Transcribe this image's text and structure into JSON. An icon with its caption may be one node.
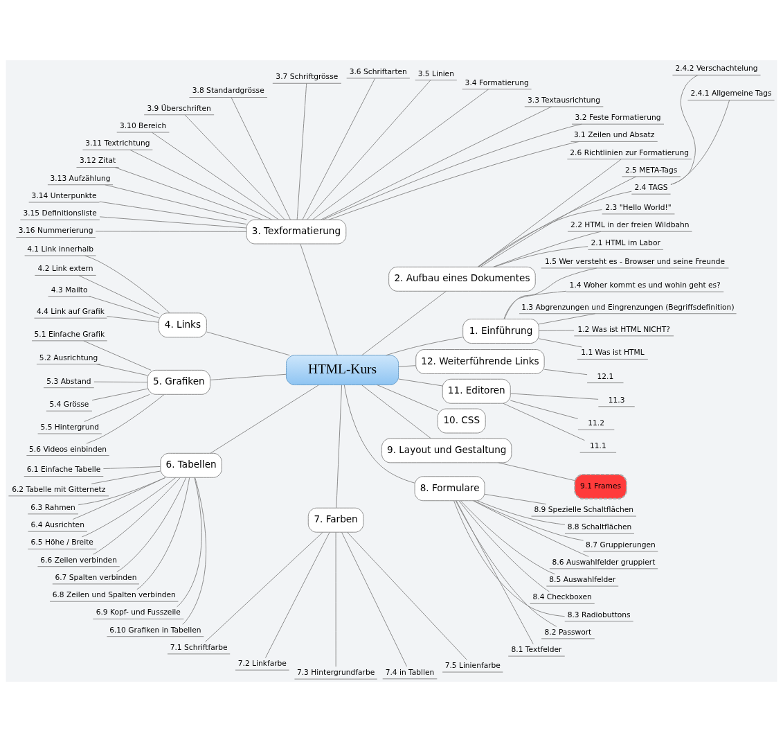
{
  "diagram": {
    "nodes": [
      {
        "text": [
          "HTML-Kurs"
        ]
      },
      {
        "text": [
          "1. Einführung"
        ]
      },
      {
        "text": [
          "1.1 Was ist HTML"
        ]
      },
      {
        "text": [
          "1.2 Was ist HTML NICHT?"
        ]
      },
      {
        "text": [
          "1.3 Abgrenzungen und Eingrenzungen (Begriffsdefinition)"
        ]
      },
      {
        "text": [
          "1.4 Woher kommt es und wohin geht es?"
        ]
      },
      {
        "text": [
          "1.5 Wer versteht es - Browser und seine Freunde"
        ]
      },
      {
        "text": [
          "2. Aufbau eines Dokumentes"
        ]
      },
      {
        "text": [
          "2.1 HTML im Labor"
        ]
      },
      {
        "text": [
          "2.2 HTML in der freien Wildbahn"
        ]
      },
      {
        "text": [
          "2.3 \"Hello World!\""
        ]
      },
      {
        "text": [
          "2.4 TAGS"
        ]
      },
      {
        "text": [
          "2.4.1 Allgemeine Tags"
        ]
      },
      {
        "text": [
          "2.4.2 Verschachtelung"
        ]
      },
      {
        "text": [
          "2.5 META-Tags"
        ]
      },
      {
        "text": [
          "2.6 Richtlinien zur Formatierung"
        ]
      },
      {
        "text": [
          "3. Texformatierung"
        ]
      },
      {
        "text": [
          "3.1 Zeilen und Absatz"
        ]
      },
      {
        "text": [
          "3.2 Feste Formatierung"
        ]
      },
      {
        "text": [
          "3.3 Textausrichtung"
        ]
      },
      {
        "text": [
          "3.4 Formatierung"
        ]
      },
      {
        "text": [
          "3.5 Linien"
        ]
      },
      {
        "text": [
          "3.6 Schriftarten"
        ]
      },
      {
        "text": [
          "3.7 Schriftgrösse"
        ]
      },
      {
        "text": [
          "3.8 Standardgrösse"
        ]
      },
      {
        "text": [
          "3.9 Überschriften"
        ]
      },
      {
        "text": [
          "3.10 Bereich"
        ]
      },
      {
        "text": [
          "3.11 Textrichtung"
        ]
      },
      {
        "text": [
          "3.12 Zitat"
        ]
      },
      {
        "text": [
          "3.13 Aufzählung"
        ]
      },
      {
        "text": [
          "3.14 Unterpunkte"
        ]
      },
      {
        "text": [
          "3.15 Definitionsliste"
        ]
      },
      {
        "text": [
          "3.16 Nummerierung"
        ]
      },
      {
        "text": [
          "4. Links"
        ]
      },
      {
        "text": [
          "4.1 Link innerhalb"
        ]
      },
      {
        "text": [
          "4.2 Link extern"
        ]
      },
      {
        "text": [
          "4.3 Mailto"
        ]
      },
      {
        "text": [
          "4.4 Link auf Grafik"
        ]
      },
      {
        "text": [
          "5. Grafiken"
        ]
      },
      {
        "text": [
          "5.1 Einfache Grafik"
        ]
      },
      {
        "text": [
          "5.2 Ausrichtung"
        ]
      },
      {
        "text": [
          "5.3 Abstand"
        ]
      },
      {
        "text": [
          "5.4 Grösse"
        ]
      },
      {
        "text": [
          "5.5 Hintergrund"
        ]
      },
      {
        "text": [
          "5.6 Videos einbinden"
        ]
      },
      {
        "text": [
          "6. Tabellen"
        ]
      },
      {
        "text": [
          "6.1 Einfache Tabelle"
        ]
      },
      {
        "text": [
          "6.2 Tabelle mit Gitternetz"
        ]
      },
      {
        "text": [
          "6.3 Rahmen"
        ]
      },
      {
        "text": [
          "6.4 Ausrichten"
        ]
      },
      {
        "text": [
          "6.5 Höhe / Breite"
        ]
      },
      {
        "text": [
          "6.6 Zeilen verbinden"
        ]
      },
      {
        "text": [
          "6.7 Spalten verbinden"
        ]
      },
      {
        "text": [
          "6.8 Zeilen und Spalten verbinden"
        ]
      },
      {
        "text": [
          "6.9 Kopf- und Fusszeile"
        ]
      },
      {
        "text": [
          "6.10 Grafiken in Tabellen"
        ]
      },
      {
        "text": [
          "7. Farben"
        ]
      },
      {
        "text": [
          "7.1 Schriftfarbe"
        ]
      },
      {
        "text": [
          "7.2 Linkfarbe"
        ]
      },
      {
        "text": [
          "7.3 Hintergrundfarbe"
        ]
      },
      {
        "text": [
          "7.4 in Tabllen"
        ]
      },
      {
        "text": [
          "7.5 Linienfarbe"
        ]
      },
      {
        "text": [
          "8. Formulare"
        ]
      },
      {
        "text": [
          "8.1 Textfelder"
        ]
      },
      {
        "text": [
          "8.2 Passwort"
        ]
      },
      {
        "text": [
          "8.3 Radiobuttons"
        ]
      },
      {
        "text": [
          "8.4 Checkboxen"
        ]
      },
      {
        "text": [
          "8.5 Auswahlfelder"
        ]
      },
      {
        "text": [
          "8.6 Auswahlfelder gruppiert"
        ]
      },
      {
        "text": [
          "8.7 Gruppierungen"
        ]
      },
      {
        "text": [
          "8.8 Schaltflächen"
        ]
      },
      {
        "text": [
          "8.9 Spezielle Schaltflächen"
        ]
      },
      {
        "text": [
          "9. Layout und Gestaltung"
        ]
      },
      {
        "text": [
          "9.1 Frames"
        ]
      },
      {
        "text": [
          "10. CSS"
        ]
      },
      {
        "text": [
          "11. Editoren"
        ]
      },
      {
        "text": [
          "11.1"
        ]
      },
      {
        "text": [
          "11.2"
        ]
      },
      {
        "text": [
          "11.3"
        ]
      },
      {
        "text": [
          "12. Weiterführende Links"
        ]
      },
      {
        "text": [
          "12.1"
        ]
      }
    ],
    "edges": [
      {
        "from": 0,
        "to": 1,
        "arrow": "none"
      },
      {
        "from": 0,
        "to": 7,
        "arrow": "none"
      },
      {
        "from": 0,
        "to": 16,
        "arrow": "none"
      },
      {
        "from": 0,
        "to": 33,
        "arrow": "none"
      },
      {
        "from": 0,
        "to": 38,
        "arrow": "none"
      },
      {
        "from": 0,
        "to": 45,
        "arrow": "none"
      },
      {
        "from": 0,
        "to": 56,
        "arrow": "none"
      },
      {
        "from": 0,
        "to": 62,
        "arrow": "none"
      },
      {
        "from": 0,
        "to": 72,
        "arrow": "none"
      },
      {
        "from": 0,
        "to": 74,
        "arrow": "none"
      },
      {
        "from": 0,
        "to": 75,
        "arrow": "none"
      },
      {
        "from": 0,
        "to": 79,
        "arrow": "none"
      },
      {
        "from": 1,
        "to": 2,
        "arrow": "none"
      },
      {
        "from": 1,
        "to": 3,
        "arrow": "none"
      },
      {
        "from": 1,
        "to": 4,
        "arrow": "none"
      },
      {
        "from": 1,
        "to": 5,
        "arrow": "none"
      },
      {
        "from": 1,
        "to": 6,
        "arrow": "none"
      },
      {
        "from": 7,
        "to": 8,
        "arrow": "none"
      },
      {
        "from": 7,
        "to": 9,
        "arrow": "none"
      },
      {
        "from": 7,
        "to": 10,
        "arrow": "none"
      },
      {
        "from": 7,
        "to": 11,
        "arrow": "none"
      },
      {
        "from": 11,
        "to": 12,
        "arrow": "none"
      },
      {
        "from": 11,
        "to": 13,
        "arrow": "none"
      },
      {
        "from": 7,
        "to": 14,
        "arrow": "none"
      },
      {
        "from": 7,
        "to": 15,
        "arrow": "none"
      },
      {
        "from": 16,
        "to": 17,
        "arrow": "none"
      },
      {
        "from": 16,
        "to": 18,
        "arrow": "none"
      },
      {
        "from": 16,
        "to": 19,
        "arrow": "none"
      },
      {
        "from": 16,
        "to": 20,
        "arrow": "none"
      },
      {
        "from": 16,
        "to": 21,
        "arrow": "none"
      },
      {
        "from": 16,
        "to": 22,
        "arrow": "none"
      },
      {
        "from": 16,
        "to": 23,
        "arrow": "none"
      },
      {
        "from": 16,
        "to": 24,
        "arrow": "none"
      },
      {
        "from": 16,
        "to": 25,
        "arrow": "none"
      },
      {
        "from": 16,
        "to": 26,
        "arrow": "none"
      },
      {
        "from": 16,
        "to": 27,
        "arrow": "none"
      },
      {
        "from": 16,
        "to": 28,
        "arrow": "none"
      },
      {
        "from": 16,
        "to": 29,
        "arrow": "none"
      },
      {
        "from": 16,
        "to": 30,
        "arrow": "none"
      },
      {
        "from": 16,
        "to": 31,
        "arrow": "none"
      },
      {
        "from": 16,
        "to": 32,
        "arrow": "none"
      },
      {
        "from": 33,
        "to": 34,
        "arrow": "none"
      },
      {
        "from": 33,
        "to": 35,
        "arrow": "none"
      },
      {
        "from": 33,
        "to": 36,
        "arrow": "none"
      },
      {
        "from": 33,
        "to": 37,
        "arrow": "none"
      },
      {
        "from": 38,
        "to": 39,
        "arrow": "none"
      },
      {
        "from": 38,
        "to": 40,
        "arrow": "none"
      },
      {
        "from": 38,
        "to": 41,
        "arrow": "none"
      },
      {
        "from": 38,
        "to": 42,
        "arrow": "none"
      },
      {
        "from": 38,
        "to": 43,
        "arrow": "none"
      },
      {
        "from": 38,
        "to": 44,
        "arrow": "none"
      },
      {
        "from": 45,
        "to": 46,
        "arrow": "none"
      },
      {
        "from": 45,
        "to": 47,
        "arrow": "none"
      },
      {
        "from": 45,
        "to": 48,
        "arrow": "none"
      },
      {
        "from": 45,
        "to": 49,
        "arrow": "none"
      },
      {
        "from": 45,
        "to": 50,
        "arrow": "none"
      },
      {
        "from": 45,
        "to": 51,
        "arrow": "none"
      },
      {
        "from": 45,
        "to": 52,
        "arrow": "none"
      },
      {
        "from": 45,
        "to": 53,
        "arrow": "none"
      },
      {
        "from": 45,
        "to": 54,
        "arrow": "none"
      },
      {
        "from": 45,
        "to": 55,
        "arrow": "none"
      },
      {
        "from": 56,
        "to": 57,
        "arrow": "none"
      },
      {
        "from": 56,
        "to": 58,
        "arrow": "none"
      },
      {
        "from": 56,
        "to": 59,
        "arrow": "none"
      },
      {
        "from": 56,
        "to": 60,
        "arrow": "none"
      },
      {
        "from": 56,
        "to": 61,
        "arrow": "none"
      },
      {
        "from": 62,
        "to": 63,
        "arrow": "none"
      },
      {
        "from": 62,
        "to": 64,
        "arrow": "none"
      },
      {
        "from": 62,
        "to": 65,
        "arrow": "none"
      },
      {
        "from": 62,
        "to": 66,
        "arrow": "none"
      },
      {
        "from": 62,
        "to": 67,
        "arrow": "none"
      },
      {
        "from": 62,
        "to": 68,
        "arrow": "none"
      },
      {
        "from": 62,
        "to": 69,
        "arrow": "none"
      },
      {
        "from": 62,
        "to": 70,
        "arrow": "none"
      },
      {
        "from": 62,
        "to": 71,
        "arrow": "none"
      },
      {
        "from": 72,
        "to": 73,
        "arrow": "none"
      },
      {
        "from": 75,
        "to": 76,
        "arrow": "none"
      },
      {
        "from": 75,
        "to": 77,
        "arrow": "none"
      },
      {
        "from": 75,
        "to": 78,
        "arrow": "none"
      },
      {
        "from": 79,
        "to": 80,
        "arrow": "none"
      }
    ]
  }
}
